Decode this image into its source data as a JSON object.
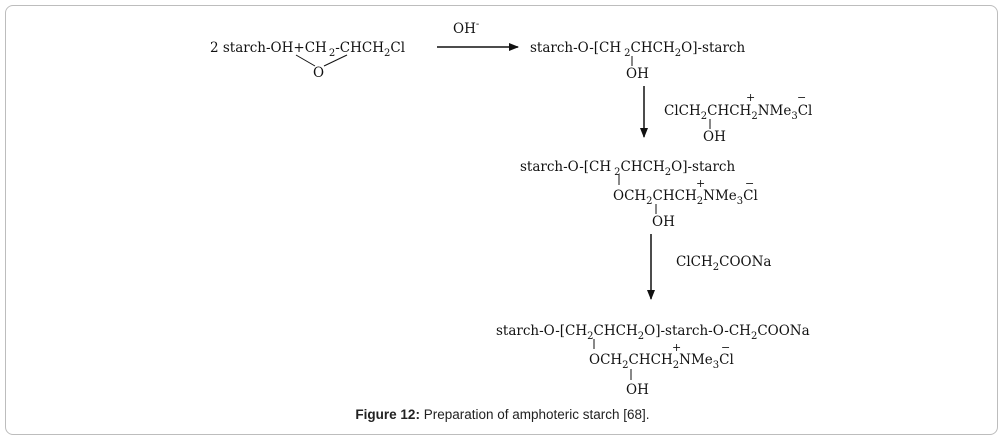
{
  "reaction1": {
    "coef": "2 starch-OH+",
    "reagent_a": "CH",
    "reagent_sub1": "2",
    "reagent_b": "-CHCH",
    "reagent_sub2": "2",
    "reagent_c": "Cl",
    "epoxide_o": "O",
    "catalyst": "OH",
    "catalyst_charge": "-",
    "product_a": "starch-O-[CH",
    "product_sub1": "2",
    "product_b": "CHCH",
    "product_sub2": "2",
    "product_c": "O]-starch",
    "product_oh": "OH"
  },
  "reaction2": {
    "reagent_a": "ClCH",
    "reagent_sub1": "2",
    "reagent_b": "CHCH",
    "reagent_sub2": "2",
    "reagent_c": "NMe",
    "reagent_sub3": "3",
    "reagent_d": "Cl",
    "plus": "+",
    "minus": "−",
    "reagent_oh": "OH",
    "product_line1_a": "starch-O-[CH",
    "product_line1_sub1": "2",
    "product_line1_b": "CHCH",
    "product_line1_sub2": "2",
    "product_line1_c": "O]-starch",
    "product_line2_a": "OCH",
    "product_line2_sub1": "2",
    "product_line2_b": "CHCH",
    "product_line2_sub2": "2",
    "product_line2_c": "NMe",
    "product_line2_sub3": "3",
    "product_line2_d": "Cl",
    "product_oh": "OH"
  },
  "reaction3": {
    "reagent_a": "ClCH",
    "reagent_sub1": "2",
    "reagent_b": "COONa",
    "product_line1_a": "starch-O-[CH",
    "product_line1_sub1": "2",
    "product_line1_b": "CHCH",
    "product_line1_sub2": "2",
    "product_line1_c": "O]-starch-O-CH",
    "product_line1_sub3": "2",
    "product_line1_d": "COONa",
    "product_line2_a": "OCH",
    "product_line2_sub1": "2",
    "product_line2_b": "CHCH",
    "product_line2_sub2": "2",
    "product_line2_c": "NMe",
    "product_line2_sub3": "3",
    "product_line2_d": "Cl",
    "product_oh": "OH"
  },
  "caption": {
    "label": "Figure 12:",
    "text": " Preparation of amphoteric starch [68]."
  }
}
